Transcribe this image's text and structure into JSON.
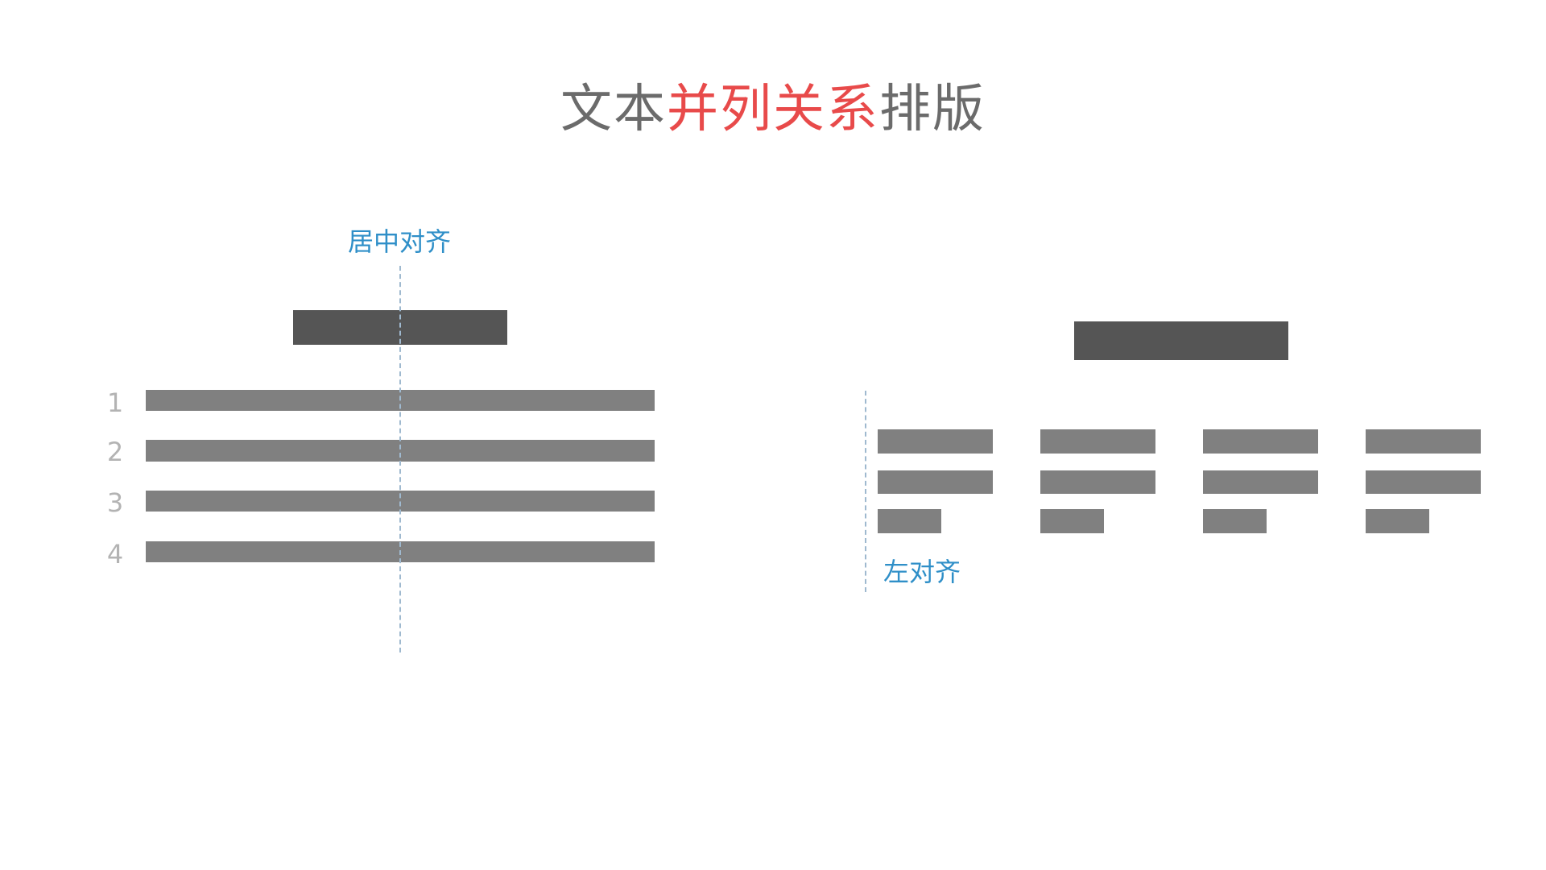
{
  "title": {
    "part1": "文本",
    "highlight": "并列关系",
    "part2": "排版",
    "colors": {
      "text": "#6b6b6b",
      "highlight": "#e84a4a"
    }
  },
  "left_panel": {
    "label": "居中对齐",
    "numbers": [
      "1",
      "2",
      "3",
      "4"
    ]
  },
  "right_panel": {
    "label": "左对齐"
  },
  "colors": {
    "label": "#2f8fc8",
    "heading_bar": "#555555",
    "text_bar": "#808080",
    "guide": "#9fb9cf",
    "number": "#b3b3b3"
  }
}
